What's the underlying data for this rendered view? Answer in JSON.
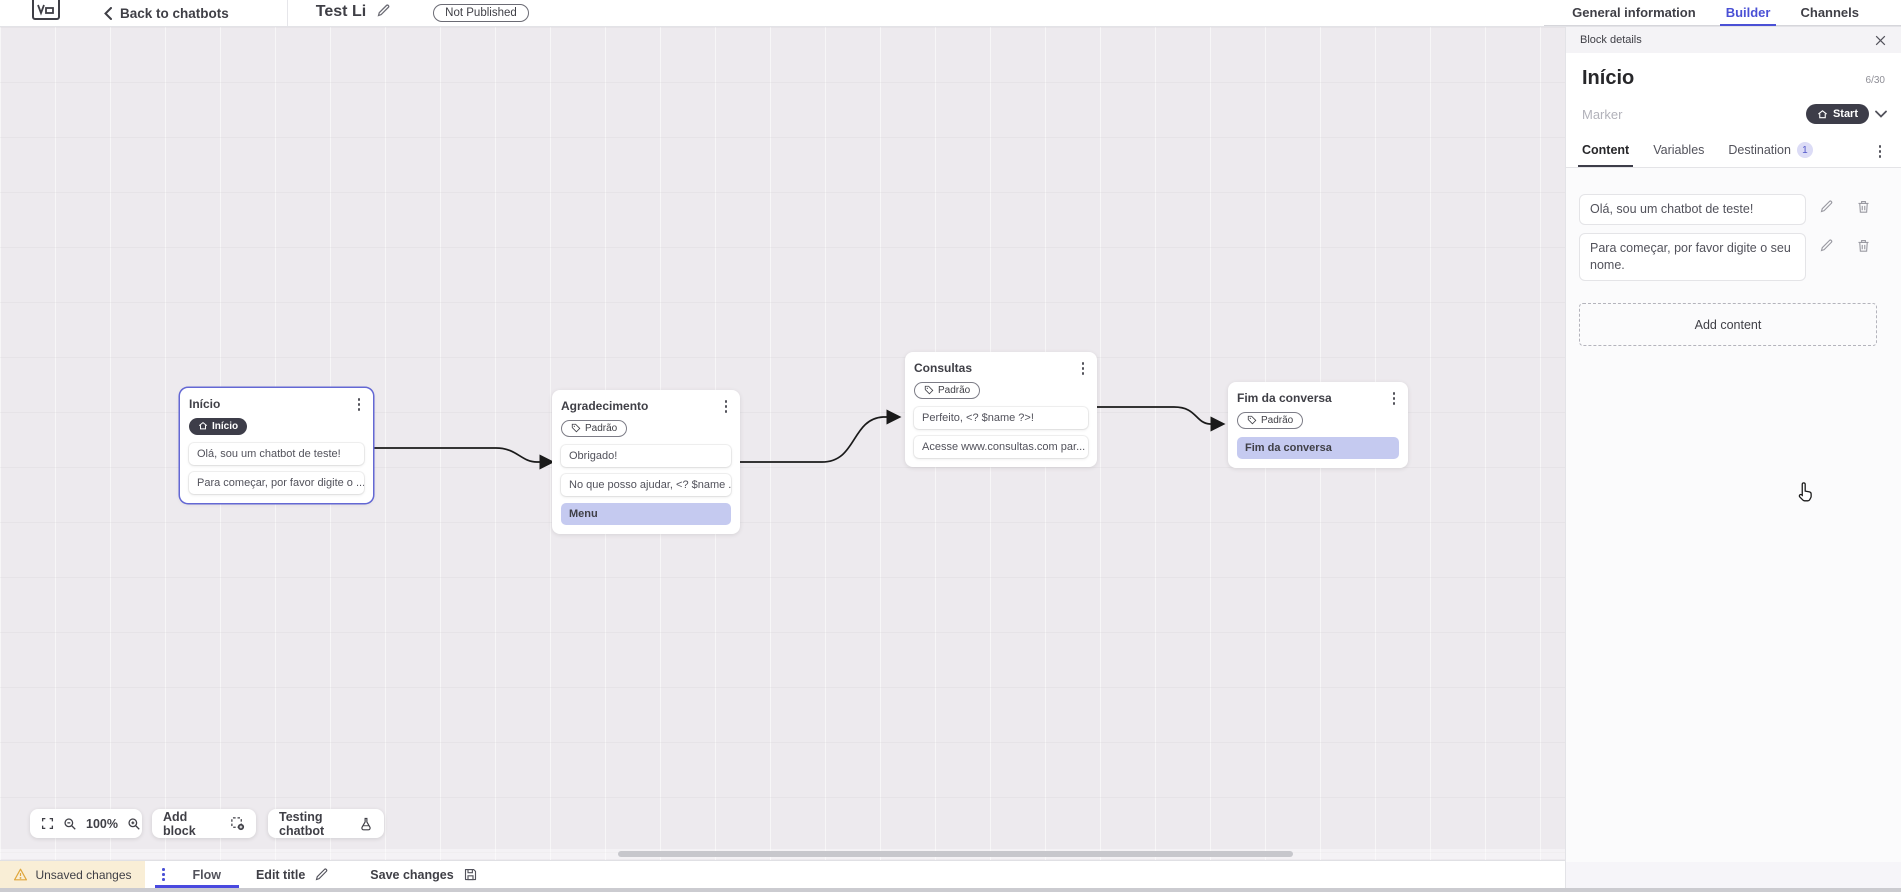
{
  "header": {
    "back_label": "Back to chatbots",
    "title": "Test Li",
    "status_badge": "Not Published",
    "tabs": [
      {
        "label": "General information",
        "active": false
      },
      {
        "label": "Builder",
        "active": true
      },
      {
        "label": "Channels",
        "active": false
      }
    ]
  },
  "canvas": {
    "nodes": [
      {
        "title": "Início",
        "badge": "Início",
        "badge_type": "start",
        "selected": true,
        "rows": [
          {
            "text": "Olá, sou um chatbot de teste!"
          },
          {
            "text": "Para começar, por favor digite o ..."
          }
        ]
      },
      {
        "title": "Agradecimento",
        "badge": "Padrão",
        "badge_type": "default",
        "selected": false,
        "rows": [
          {
            "text": "Obrigado!"
          },
          {
            "text": "No que posso ajudar, <? $name ..."
          },
          {
            "text": "Menu",
            "highlight": true
          }
        ]
      },
      {
        "title": "Consultas",
        "badge": "Padrão",
        "badge_type": "default",
        "selected": false,
        "rows": [
          {
            "text": "Perfeito, <? $name ?>!"
          },
          {
            "text": "Acesse www.consultas.com par..."
          }
        ]
      },
      {
        "title": "Fim da conversa",
        "badge": "Padrão",
        "badge_type": "default",
        "selected": false,
        "rows": [
          {
            "text": "Fim da conversa",
            "highlight": true
          }
        ]
      }
    ],
    "controls": {
      "zoom_level": "100%",
      "add_block_label": "Add block",
      "testing_label": "Testing chatbot"
    }
  },
  "panel": {
    "header": "Block details",
    "block_name": "Início",
    "char_counter": "6/30",
    "marker_label": "Marker",
    "marker_value": "Start",
    "tabs": [
      {
        "label": "Content",
        "active": true
      },
      {
        "label": "Variables",
        "active": false
      },
      {
        "label": "Destination",
        "active": false,
        "badge": "1"
      }
    ],
    "contents": [
      {
        "text": "Olá, sou um chatbot de teste!"
      },
      {
        "text": "Para começar, por favor digite o seu nome."
      }
    ],
    "add_content_label": "Add content"
  },
  "bottom_bar": {
    "unsaved_label": "Unsaved changes",
    "flow_tab": "Flow",
    "edit_title_label": "Edit title",
    "save_label": "Save changes"
  },
  "colors": {
    "accent": "#4a50d5",
    "highlight_row": "#c5caf0",
    "dark_badge": "#3d3d49",
    "warning_bg": "#f9eed6",
    "selected_node_border": "#6468d4"
  }
}
